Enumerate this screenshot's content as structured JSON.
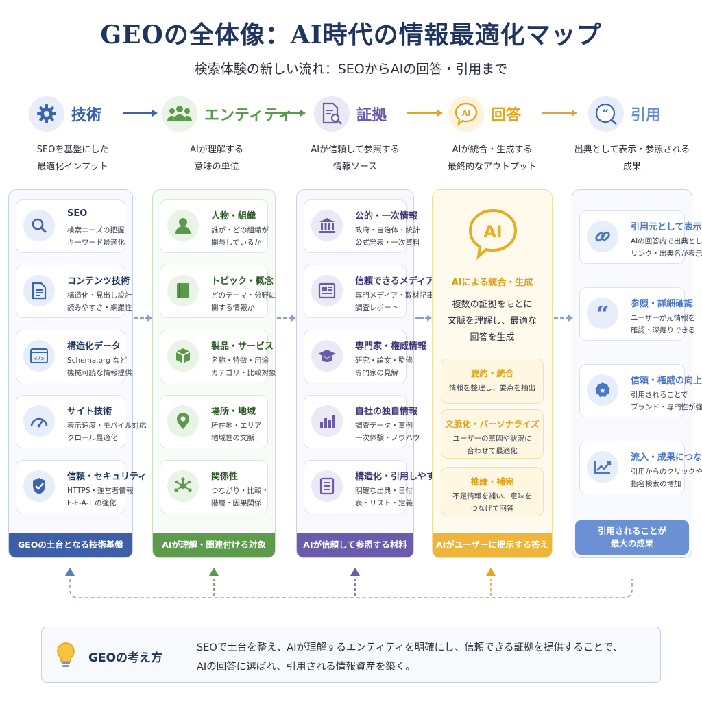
{
  "title": "GEOの全体像：AI時代の情報最適化マップ",
  "subtitle": "検索体験の新しい流れ：SEOからAIの回答・引用まで",
  "colors": {
    "blue": "#3d64b0",
    "green": "#5a9a4a",
    "purple": "#6a5aa8",
    "gold": "#e4a41c",
    "lightblue": "#6a8fd0"
  },
  "flow": [
    {
      "label": "技術",
      "desc1": "SEOを基盤にした",
      "desc2": "最適化インプット",
      "icon": "gear-icon"
    },
    {
      "label": "エンティティ",
      "desc1": "AIが理解する",
      "desc2": "意味の単位",
      "icon": "people-icon"
    },
    {
      "label": "証拠",
      "desc1": "AIが信頼して参照する",
      "desc2": "情報ソース",
      "icon": "document-search-icon"
    },
    {
      "label": "回答",
      "desc1": "AIが統合・生成する",
      "desc2": "最終的なアウトプット",
      "icon": "ai-bubble-icon"
    },
    {
      "label": "引用",
      "desc1": "出典として表示・参照される",
      "desc2": "成果",
      "icon": "quote-icon"
    }
  ],
  "tech": {
    "items": [
      {
        "title": "SEO",
        "l1": "検索ニーズの把握",
        "l2": "キーワード最適化",
        "icon": "search-icon"
      },
      {
        "title": "コンテンツ技術",
        "l1": "構造化・見出し設計",
        "l2": "読みやすさ・網羅性",
        "icon": "document-icon"
      },
      {
        "title": "構造化データ",
        "l1": "Schema.org など",
        "l2": "機械可読な情報提供",
        "icon": "code-icon"
      },
      {
        "title": "サイト技術",
        "l1": "表示速度・モバイル対応",
        "l2": "クロール最適化",
        "icon": "speedometer-icon"
      },
      {
        "title": "信頼・セキュリティ",
        "l1": "HTTPS・運営者情報",
        "l2": "E-E-A-T の強化",
        "icon": "shield-icon"
      }
    ],
    "footer": "GEOの土台となる技術基盤"
  },
  "entity": {
    "items": [
      {
        "title": "人物・組織",
        "l1": "誰が・どの組織が",
        "l2": "関与しているか",
        "icon": "person-icon"
      },
      {
        "title": "トピック・概念",
        "l1": "どのテーマ・分野に",
        "l2": "関する情報か",
        "icon": "book-icon"
      },
      {
        "title": "製品・サービス",
        "l1": "名称・特徴・用途",
        "l2": "カテゴリ・比較対象",
        "icon": "box-icon"
      },
      {
        "title": "場所・地域",
        "l1": "所在地・エリア",
        "l2": "地域性の文脈",
        "icon": "pin-icon"
      },
      {
        "title": "関係性",
        "l1": "つながり・比較・",
        "l2": "階層・因果関係",
        "icon": "network-icon"
      }
    ],
    "footer": "AIが理解・関連付ける対象"
  },
  "evidence": {
    "items": [
      {
        "title": "公的・一次情報",
        "l1": "政府・自治体・統計",
        "l2": "公式発表・一次資料",
        "icon": "building-icon"
      },
      {
        "title": "信頼できるメディア",
        "l1": "専門メディア・取材記事",
        "l2": "調査レポート",
        "icon": "newspaper-icon"
      },
      {
        "title": "専門家・権威情報",
        "l1": "研究・論文・監修",
        "l2": "専門家の見解",
        "icon": "graduation-cap-icon"
      },
      {
        "title": "自社の独自情報",
        "l1": "調査データ・事例",
        "l2": "一次体験・ノウハウ",
        "icon": "bar-chart-icon"
      },
      {
        "title": "構造化・引用しやすさ",
        "l1": "明確な出典・日付",
        "l2": "表・リスト・定義",
        "icon": "list-document-icon"
      }
    ],
    "footer": "AIが信頼して参照する材料"
  },
  "answer": {
    "heading": "AIによる統合・生成",
    "ai_text": "AI",
    "body1": "複数の証拠をもとに",
    "body2": "文脈を理解し、最適な",
    "body3": "回答を生成",
    "subs": [
      {
        "title": "要約・統合",
        "l1": "情報を整理し、要点を抽出",
        "l2": ""
      },
      {
        "title": "文脈化・パーソナライズ",
        "l1": "ユーザーの意図や状況に",
        "l2": "合わせて最適化"
      },
      {
        "title": "推論・補完",
        "l1": "不足情報を補い、意味を",
        "l2": "つなげて回答"
      }
    ],
    "footer": "AIがユーザーに提示する答え"
  },
  "citation": {
    "items": [
      {
        "title": "引用元として表示",
        "l1": "AIの回答内で出典として",
        "l2": "リンク・出典名が表示",
        "icon": "link-icon"
      },
      {
        "title": "参照・詳細確認",
        "l1": "ユーザーが元情報を",
        "l2": "確認・深掘りできる",
        "icon": "quote-icon"
      },
      {
        "title": "信頼・権威の向上",
        "l1": "引用されることで",
        "l2": "ブランド・専門性が強化",
        "icon": "badge-icon"
      },
      {
        "title": "流入・成果につながる",
        "l1": "引用からのクリックや",
        "l2": "指名検索の増加",
        "icon": "trend-icon"
      }
    ],
    "footer1": "引用されることが",
    "footer2": "最大の成果"
  },
  "callout": {
    "label": "GEOの考え方",
    "line1": "SEOで土台を整え、AIが理解するエンティティを明確にし、信頼できる証拠を提供することで、",
    "line2": "AIの回答に選ばれ、引用される情報資産を築く。",
    "icon": "lightbulb-icon"
  }
}
